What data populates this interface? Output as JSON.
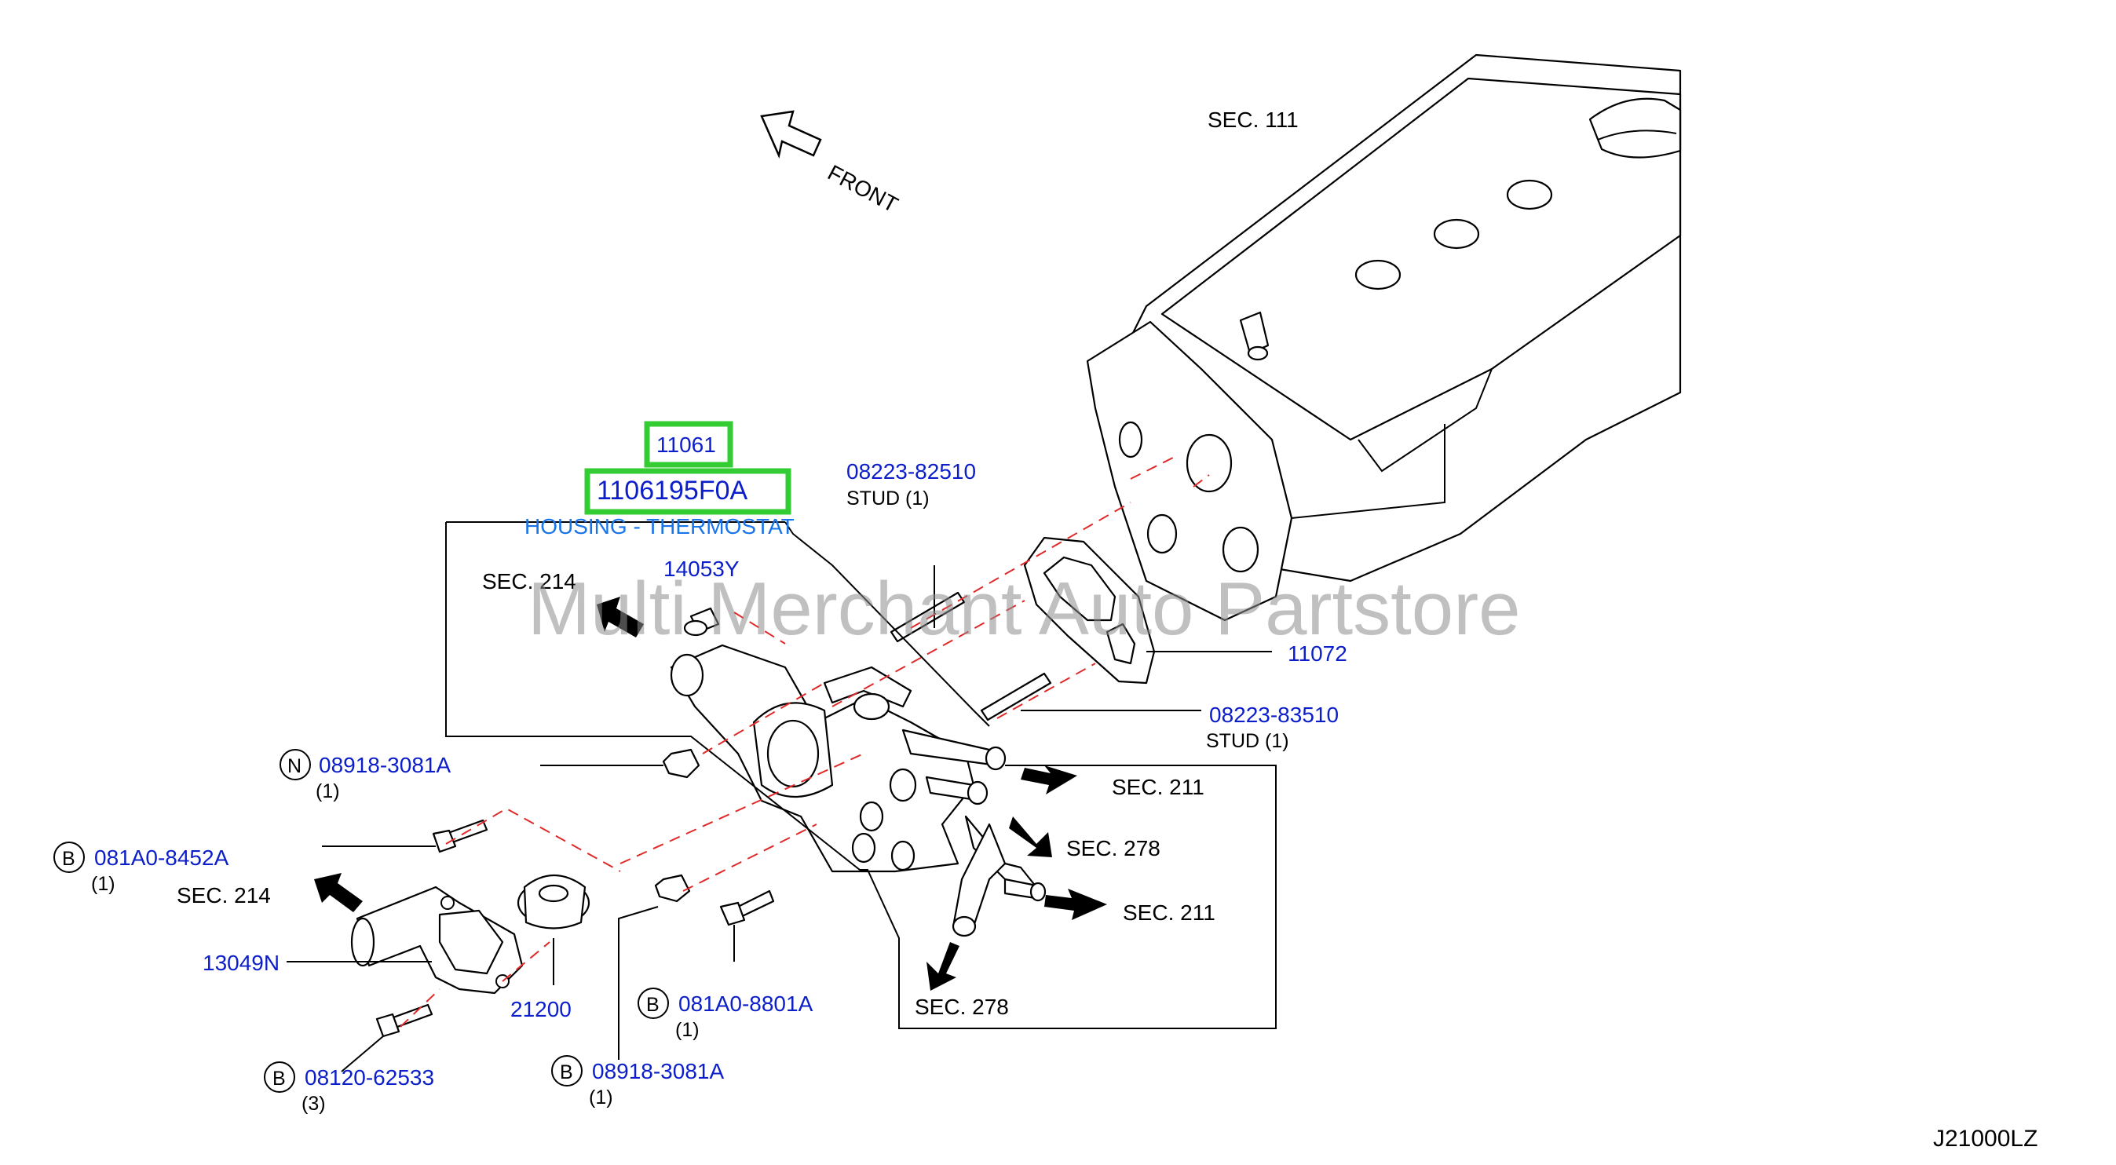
{
  "front_label": "FRONT",
  "watermark": "Multi Merchant Auto Partstore",
  "diagram_code": "J21000LZ",
  "highlight": {
    "ref": "11061",
    "part_number": "1106195F0A",
    "description": "HOUSING - THERMOSTAT"
  },
  "sections": {
    "sec111": "SEC.   111",
    "sec214_top": "SEC.   214",
    "sec214_left": "SEC.   214",
    "sec211_upper": "SEC.   211",
    "sec278_mid": "SEC.   278",
    "sec211_lower": "SEC.   211",
    "sec278_low": "SEC.   278"
  },
  "parts": {
    "p08223_82510": {
      "number": "08223-82510",
      "desc": "STUD   (1)"
    },
    "p14053Y": {
      "number": "14053Y"
    },
    "p11072": {
      "number": "11072"
    },
    "p08223_83510": {
      "number": "08223-83510",
      "desc": "STUD   (1)"
    },
    "p08918_3081A_n": {
      "prefix": "N",
      "number": "08918-3081A",
      "qty": "(1)"
    },
    "p081A0_8452A": {
      "prefix": "B",
      "number": "081A0-8452A",
      "qty": "(1)"
    },
    "p13049N": {
      "number": "13049N"
    },
    "p21200": {
      "number": "21200"
    },
    "p081A0_8801A": {
      "prefix": "B",
      "number": "081A0-8801A",
      "qty": "(1)"
    },
    "p08120_62533": {
      "prefix": "B",
      "number": "08120-62533",
      "qty": "(3)"
    },
    "p08918_3081A_b": {
      "prefix": "B",
      "number": "08918-3081A",
      "qty": "(1)"
    }
  }
}
